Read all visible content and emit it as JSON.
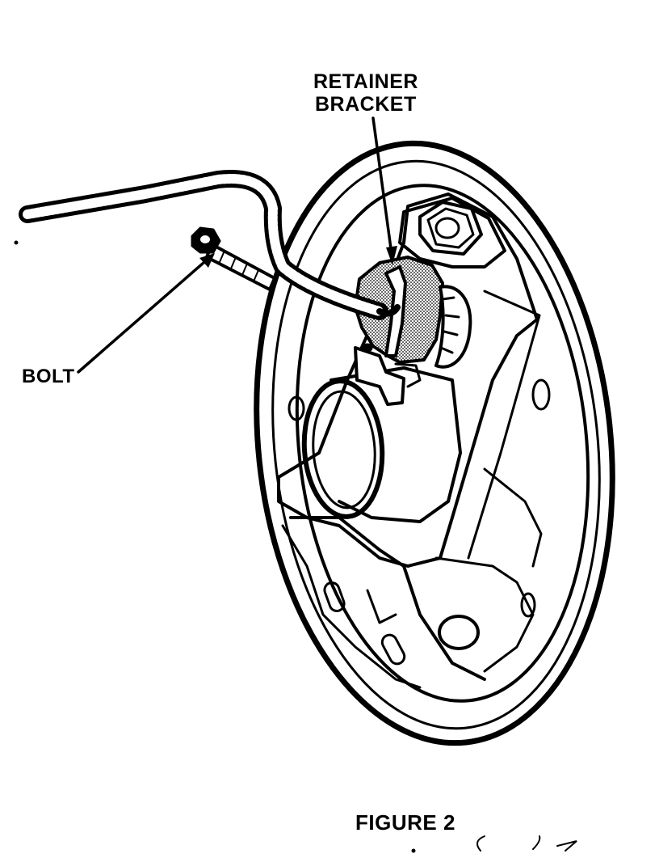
{
  "labels": {
    "retainer_bracket_line1": "RETAINER",
    "retainer_bracket_line2": "BRACKET",
    "bolt": "BOLT"
  },
  "caption": "FIGURE 2",
  "colors": {
    "ink": "#000000",
    "paper": "#ffffff",
    "stipple": "#9a9a9a"
  }
}
